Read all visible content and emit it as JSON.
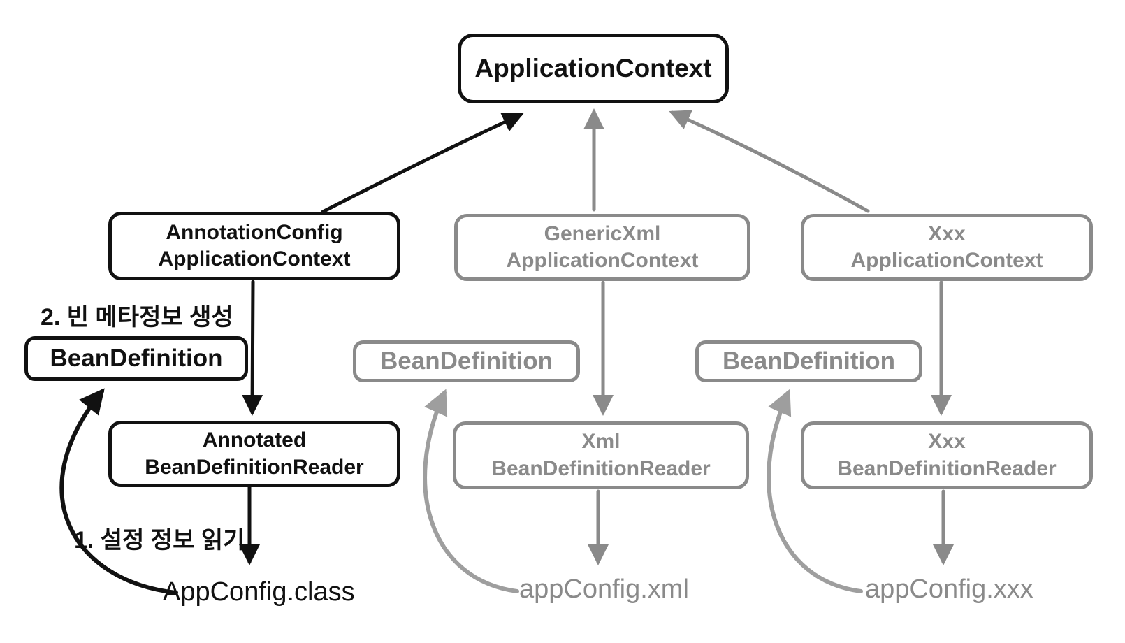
{
  "diagram": {
    "nodes": {
      "applicationContext": "ApplicationContext",
      "annotationConfigApplicationContext": "AnnotationConfig\nApplicationContext",
      "genericXmlApplicationContext": "GenericXml\nApplicationContext",
      "xxxApplicationContext": "Xxx\nApplicationContext",
      "beanDefinitionLeft": "BeanDefinition",
      "beanDefinitionMiddle": "BeanDefinition",
      "beanDefinitionRight": "BeanDefinition",
      "annotatedBeanDefinitionReader": "Annotated\nBeanDefinitionReader",
      "xmlBeanDefinitionReader": "Xml\nBeanDefinitionReader",
      "xxxBeanDefinitionReader": "Xxx\nBeanDefinitionReader"
    },
    "labels": {
      "step2": "2. 빈 메타정보 생성",
      "step1": "1. 설정 정보 읽기",
      "appConfigClass": "AppConfig.class",
      "appConfigXml": "appConfig.xml",
      "appConfigXxx": "appConfig.xxx"
    },
    "colors": {
      "black": "#111111",
      "gray": "#8a8a8a",
      "lightGray": "#9e9e9e"
    }
  }
}
